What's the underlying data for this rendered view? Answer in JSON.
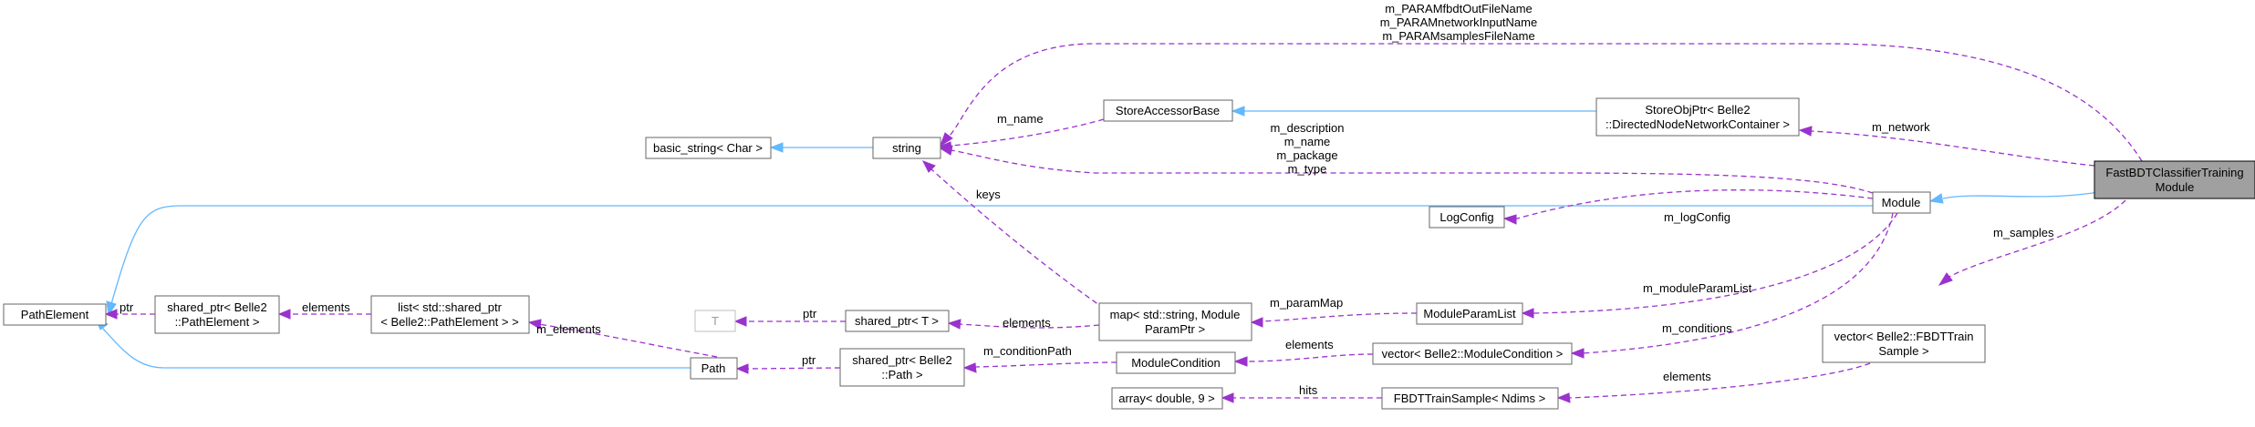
{
  "nodes": {
    "fastbdt": [
      "FastBDTClassifierTraining",
      "Module"
    ],
    "module": [
      "Module"
    ],
    "storeobjptr": [
      "StoreObjPtr< Belle2",
      "::DirectedNodeNetworkContainer >"
    ],
    "vector_fbdt": [
      "vector< Belle2::FBDTTrain",
      "Sample >"
    ],
    "string": [
      "string"
    ],
    "basic_string": [
      "basic_string< Char >"
    ],
    "storeaccessorbase": [
      "StoreAccessorBase"
    ],
    "logconfig": [
      "LogConfig"
    ],
    "map": [
      "map< std::string, Module",
      "ParamPtr >"
    ],
    "moduleparamlist": [
      "ModuleParamList"
    ],
    "modulecondition": [
      "ModuleCondition"
    ],
    "vector_modcond": [
      "vector< Belle2::ModuleCondition >"
    ],
    "fbdttrainsample": [
      "FBDTTrainSample< Ndims >"
    ],
    "array": [
      "array< double, 9 >"
    ],
    "shared_ptr_path": [
      "shared_ptr< Belle2",
      "::Path >"
    ],
    "path": [
      "Path"
    ],
    "shared_ptr_t": [
      "shared_ptr< T >"
    ],
    "t": [
      "T"
    ],
    "list": [
      "list< std::shared_ptr",
      "< Belle2::PathElement > >"
    ],
    "shared_ptr_pe": [
      "shared_ptr< Belle2",
      "::PathElement >"
    ],
    "pathelement": [
      "PathElement"
    ]
  },
  "edge_labels": {
    "fastbdt_string": [
      "m_PARAMfbdtOutFileName",
      "m_PARAMnetworkInputName",
      "m_PARAMsamplesFileName"
    ],
    "fastbdt_storeobjptr": [
      "m_network"
    ],
    "fastbdt_vector": [
      "m_samples"
    ],
    "storeaccessor_string": [
      "m_name"
    ],
    "module_string": [
      "m_description",
      "m_name",
      "m_package",
      "m_type"
    ],
    "map_string": [
      "keys"
    ],
    "module_logconfig": [
      "m_logConfig"
    ],
    "module_paramlist": [
      "m_moduleParamList"
    ],
    "paramlist_map": [
      "m_paramMap"
    ],
    "module_conditions": [
      "m_conditions"
    ],
    "vectorcond_modcond": [
      "elements"
    ],
    "modcond_sharedpath": [
      "m_conditionPath"
    ],
    "sharedpath_path": [
      "ptr"
    ],
    "path_list": [
      "m_elements"
    ],
    "list_sharedpe": [
      "elements"
    ],
    "sharedpe_pathelement": [
      "ptr"
    ],
    "map_sharedt": [
      "elements"
    ],
    "sharedt_t": [
      "ptr"
    ],
    "vectorfbdt_sample": [
      "elements"
    ],
    "sample_array": [
      "hits"
    ]
  }
}
